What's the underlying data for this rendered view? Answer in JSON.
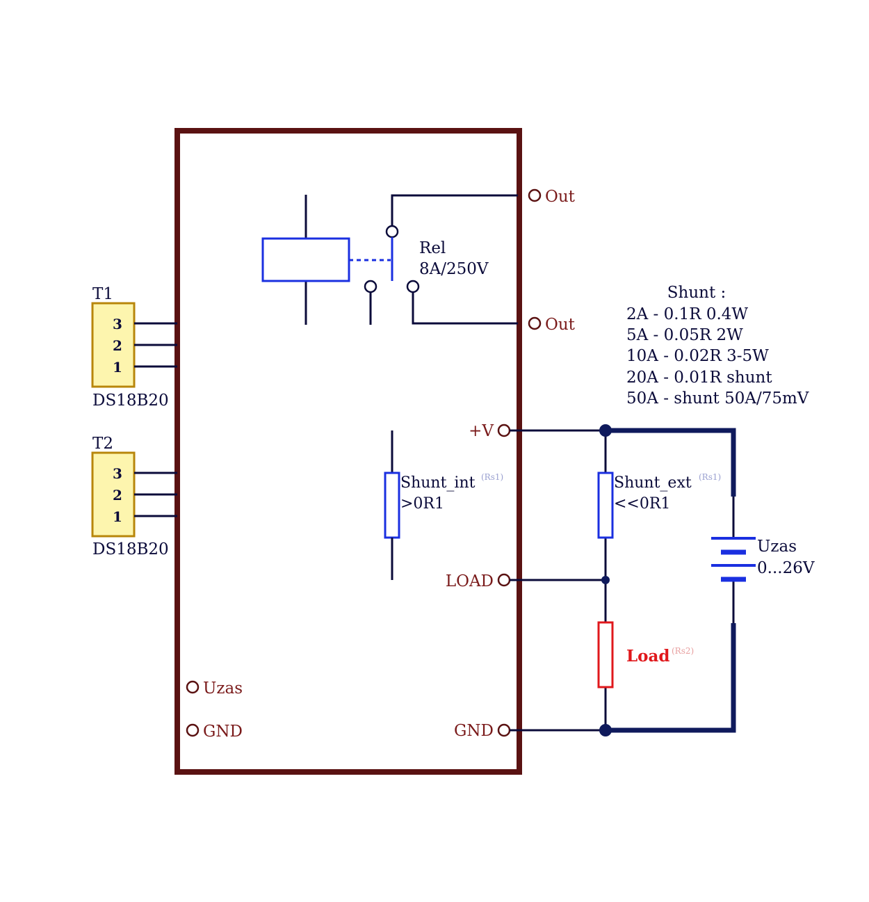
{
  "colors": {
    "frame": "#5a1212",
    "pin_label": "#7a1a1a",
    "wire": "#0b0b3a",
    "component": "#1a2fe0",
    "load_component": "#e0181c",
    "connector_fill": "#fdf5ae",
    "connector_stroke": "#b8860b",
    "text_dark": "#0b0b3a",
    "ref_faint": "#9aa0d0",
    "ref_faint_red": "#e8a0a0"
  },
  "connectors": [
    {
      "ref": "T1",
      "part": "DS18B20",
      "pins": [
        "3",
        "2",
        "1"
      ]
    },
    {
      "ref": "T2",
      "part": "DS18B20",
      "pins": [
        "3",
        "2",
        "1"
      ]
    }
  ],
  "relay": {
    "name": "Rel",
    "rating": "8A/250V"
  },
  "pins": {
    "out1": "Out",
    "out2": "Out",
    "plus_v": "+V",
    "load": "LOAD",
    "gnd_right": "GND",
    "uzas_left": "Uzas",
    "gnd_left": "GND"
  },
  "shunt_int": {
    "name": "Shunt_int",
    "value": ">0R1",
    "ref": "(Rs1)"
  },
  "shunt_ext": {
    "name": "Shunt_ext",
    "value": "<<0R1",
    "ref": "(Rs1)"
  },
  "load_res": {
    "name": "Load",
    "ref": "(Rs2)"
  },
  "battery": {
    "name": "Uzas",
    "value": "0...26V"
  },
  "shunt_table": {
    "title": "Shunt :",
    "rows": [
      "2A - 0.1R 0.4W",
      "5A - 0.05R 2W",
      "10A - 0.02R 3-5W",
      "20A - 0.01R shunt",
      "50A - shunt 50A/75mV"
    ]
  }
}
